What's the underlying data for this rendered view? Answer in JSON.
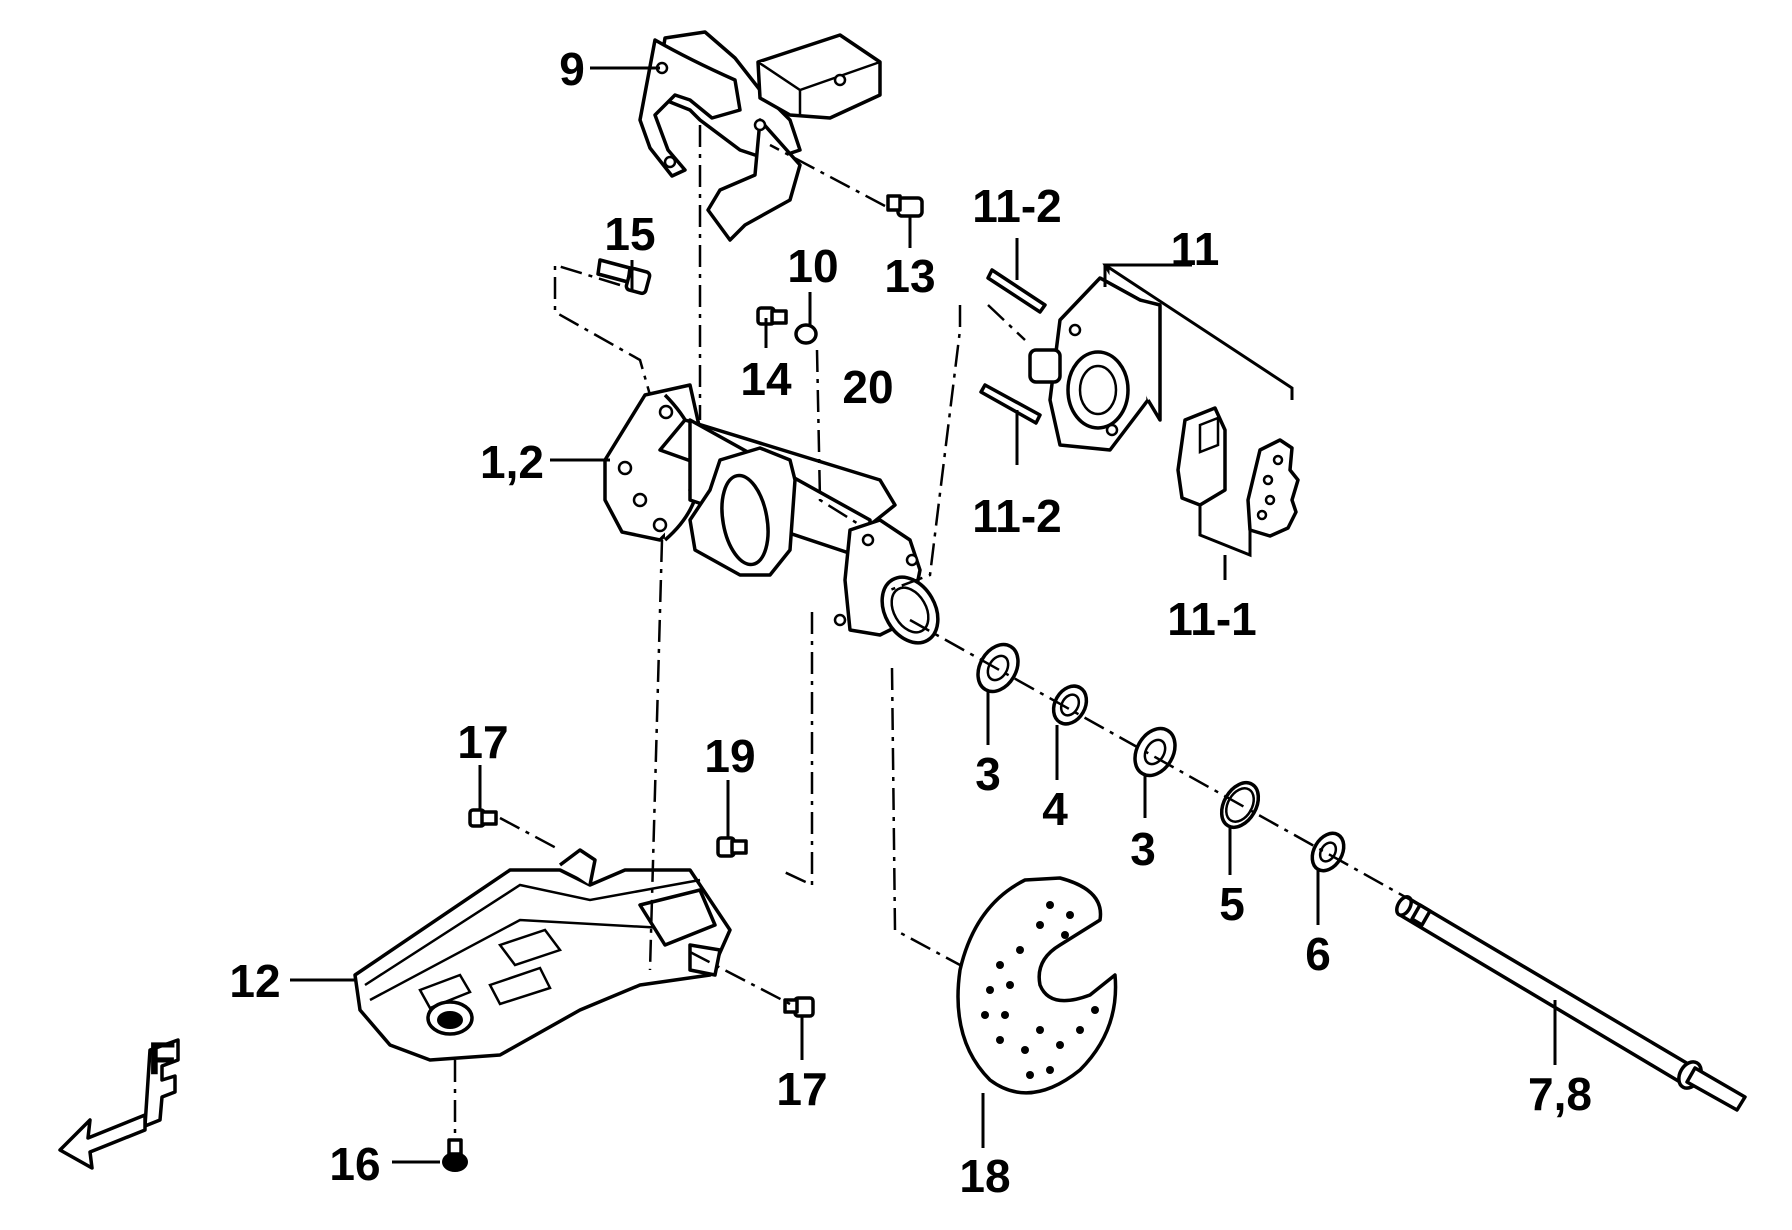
{
  "diagram": {
    "callouts": {
      "c9": "9",
      "c15": "15",
      "c10": "10",
      "c13": "13",
      "c14": "14",
      "c20": "20",
      "c11_2_top": "11-2",
      "c11": "11",
      "c11_2_bottom": "11-2",
      "c11_1": "11-1",
      "c1_2": "1,2",
      "c3_left": "3",
      "c4": "4",
      "c3_right": "3",
      "c5": "5",
      "c6": "6",
      "c17_top": "17",
      "c19": "19",
      "c12": "12",
      "c17_bottom": "17",
      "c16": "16",
      "c18": "18",
      "c7_8": "7,8"
    },
    "direction_mark": "F"
  }
}
